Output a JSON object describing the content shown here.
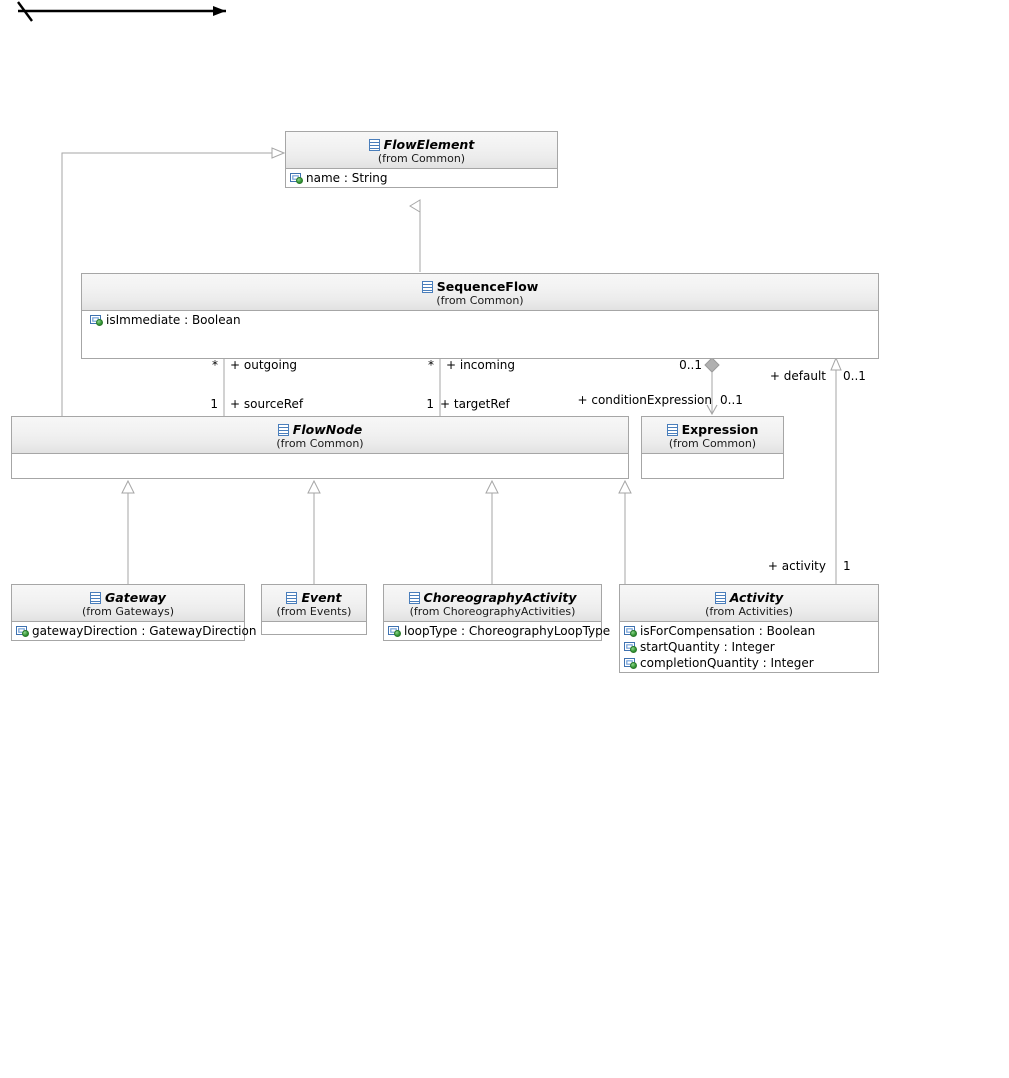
{
  "diagram": {
    "title": "BPMN Sequence Flow UML class diagram",
    "background": "#ffffff",
    "line_color": "#a6a6a6",
    "accent_color": "#4a7ebb",
    "attr_dot_color": "#3a9d3a",
    "annotation_arrow_color": "#000000"
  },
  "classes": [
    {
      "id": "flowelement",
      "name": "FlowElement",
      "from": "(from Common)",
      "abstract": true,
      "icon": "class-icon",
      "attributes": [
        {
          "text": "name : String",
          "icon": "attribute-icon"
        }
      ]
    },
    {
      "id": "sequenceflow",
      "name": "SequenceFlow",
      "from": "(from Common)",
      "abstract": false,
      "icon": "class-icon",
      "attributes": [
        {
          "text": "isImmediate : Boolean",
          "icon": "attribute-icon"
        }
      ]
    },
    {
      "id": "flownode",
      "name": "FlowNode",
      "from": "(from Common)",
      "abstract": true,
      "icon": "class-icon",
      "attributes": []
    },
    {
      "id": "expression",
      "name": "Expression",
      "from": "(from Common)",
      "abstract": false,
      "icon": "class-icon",
      "attributes": []
    },
    {
      "id": "gateway",
      "name": "Gateway",
      "from": "(from Gateways)",
      "abstract": true,
      "icon": "class-icon",
      "attributes": [
        {
          "text": "gatewayDirection : GatewayDirection",
          "icon": "attribute-icon"
        }
      ]
    },
    {
      "id": "event",
      "name": "Event",
      "from": "(from Events)",
      "abstract": true,
      "icon": "class-icon",
      "attributes": []
    },
    {
      "id": "choreographyactivity",
      "name": "ChoreographyActivity",
      "from": "(from ChoreographyActivities)",
      "abstract": true,
      "icon": "class-icon",
      "attributes": [
        {
          "text": "loopType : ChoreographyLoopType",
          "icon": "attribute-icon"
        }
      ]
    },
    {
      "id": "activity",
      "name": "Activity",
      "from": "(from Activities)",
      "abstract": true,
      "icon": "class-icon",
      "attributes": [
        {
          "text": "isForCompensation : Boolean",
          "icon": "attribute-icon"
        },
        {
          "text": "startQuantity : Integer",
          "icon": "attribute-icon"
        },
        {
          "text": "completionQuantity : Integer",
          "icon": "attribute-icon"
        }
      ]
    }
  ],
  "edge_labels": [
    {
      "id": "outgoing-mult",
      "text": "*"
    },
    {
      "id": "outgoing-role",
      "text": "+ outgoing"
    },
    {
      "id": "incoming-mult",
      "text": "*"
    },
    {
      "id": "incoming-role",
      "text": "+ incoming"
    },
    {
      "id": "sourceref-mult",
      "text": "1"
    },
    {
      "id": "sourceref-role",
      "text": "+ sourceRef"
    },
    {
      "id": "targetref-mult",
      "text": "1"
    },
    {
      "id": "targetref-role",
      "text": "+ targetRef"
    },
    {
      "id": "conditionexpression-mult-near",
      "text": "0..1"
    },
    {
      "id": "conditionexpression-role",
      "text": "+ conditionExpression"
    },
    {
      "id": "conditionexpression-mult-far",
      "text": "0..1"
    },
    {
      "id": "default-role",
      "text": "+ default"
    },
    {
      "id": "default-mult",
      "text": "0..1"
    },
    {
      "id": "activity-role",
      "text": "+ activity"
    },
    {
      "id": "activity-mult",
      "text": "1"
    }
  ],
  "relationships": [
    {
      "id": "seqflow-generalizes-flowelement",
      "type": "generalization",
      "source": "SequenceFlow",
      "target": "FlowElement"
    },
    {
      "id": "flownode-generalizes-flowelement",
      "type": "generalization",
      "source": "FlowNode",
      "target": "FlowElement"
    },
    {
      "id": "gateway-generalizes-flownode",
      "type": "generalization",
      "source": "Gateway",
      "target": "FlowNode"
    },
    {
      "id": "event-generalizes-flownode",
      "type": "generalization",
      "source": "Event",
      "target": "FlowNode"
    },
    {
      "id": "choreographyactivity-generalizes-flownode",
      "type": "generalization",
      "source": "ChoreographyActivity",
      "target": "FlowNode"
    },
    {
      "id": "activity-generalizes-flownode",
      "type": "generalization",
      "source": "Activity",
      "target": "FlowNode"
    },
    {
      "id": "flownode-outgoing-sequenceflow",
      "type": "association",
      "source": "FlowNode",
      "target": "SequenceFlow"
    },
    {
      "id": "flownode-incoming-sequenceflow",
      "type": "association",
      "source": "FlowNode",
      "target": "SequenceFlow"
    },
    {
      "id": "sequenceflow-conditionexpression-expression",
      "type": "composition",
      "source": "SequenceFlow",
      "target": "Expression"
    },
    {
      "id": "activity-default-sequenceflow",
      "type": "association",
      "source": "Activity",
      "target": "SequenceFlow"
    }
  ]
}
